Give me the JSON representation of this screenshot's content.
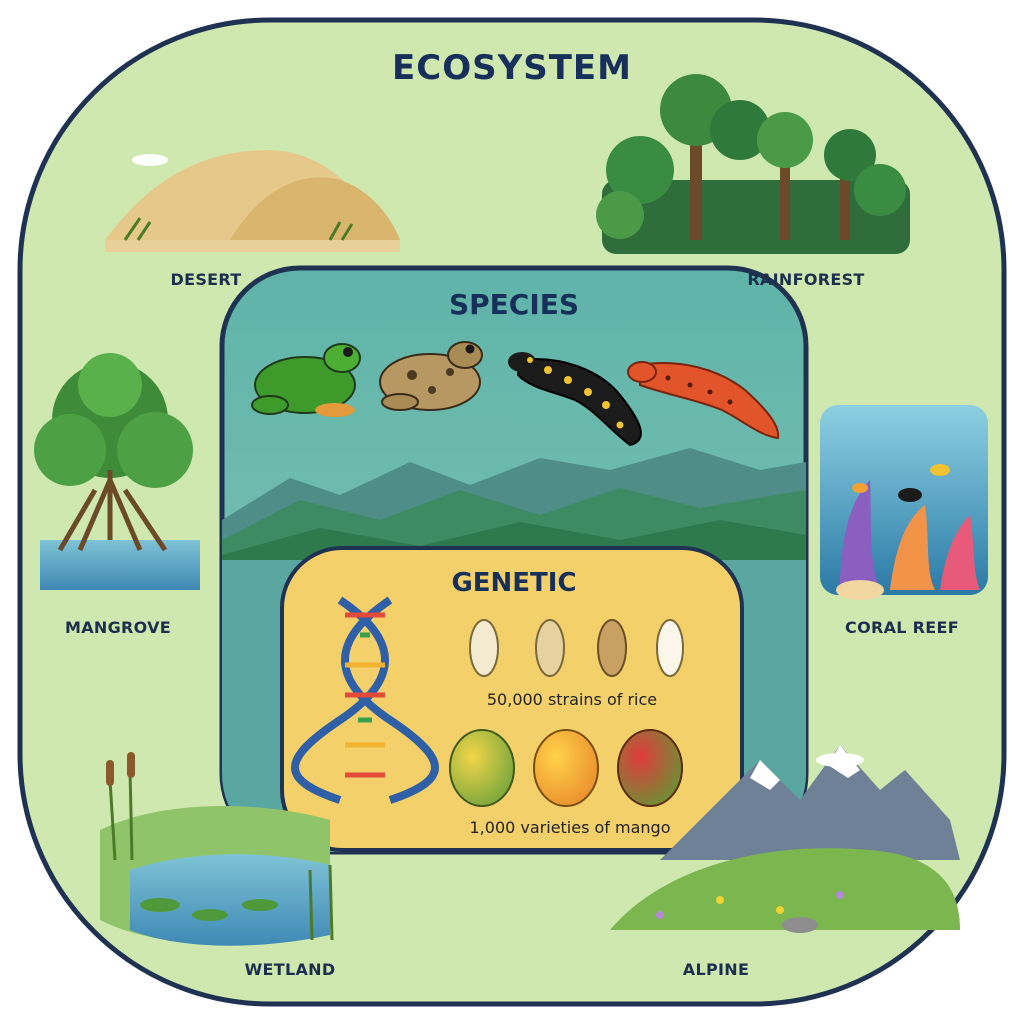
{
  "ecosystem": {
    "title": "ECOSYSTEM"
  },
  "species": {
    "title": "SPECIES"
  },
  "genetic": {
    "title": "GENETIC",
    "rice_caption": "50,000 strains of rice",
    "mango_caption": "1,000 varieties of mango"
  },
  "habitats": {
    "desert": "DESERT",
    "rainforest": "RAINFOREST",
    "mangrove": "MANGROVE",
    "coral_reef": "CORAL REEF",
    "wetland": "WETLAND",
    "alpine": "ALPINE"
  },
  "colors": {
    "ecosystem_fill": "#cfe8b0",
    "ring_outline": "#1f3252",
    "species_fill": "#5fb0a6",
    "genetic_fill": "#f4d06a",
    "title_text": "#17305a"
  }
}
